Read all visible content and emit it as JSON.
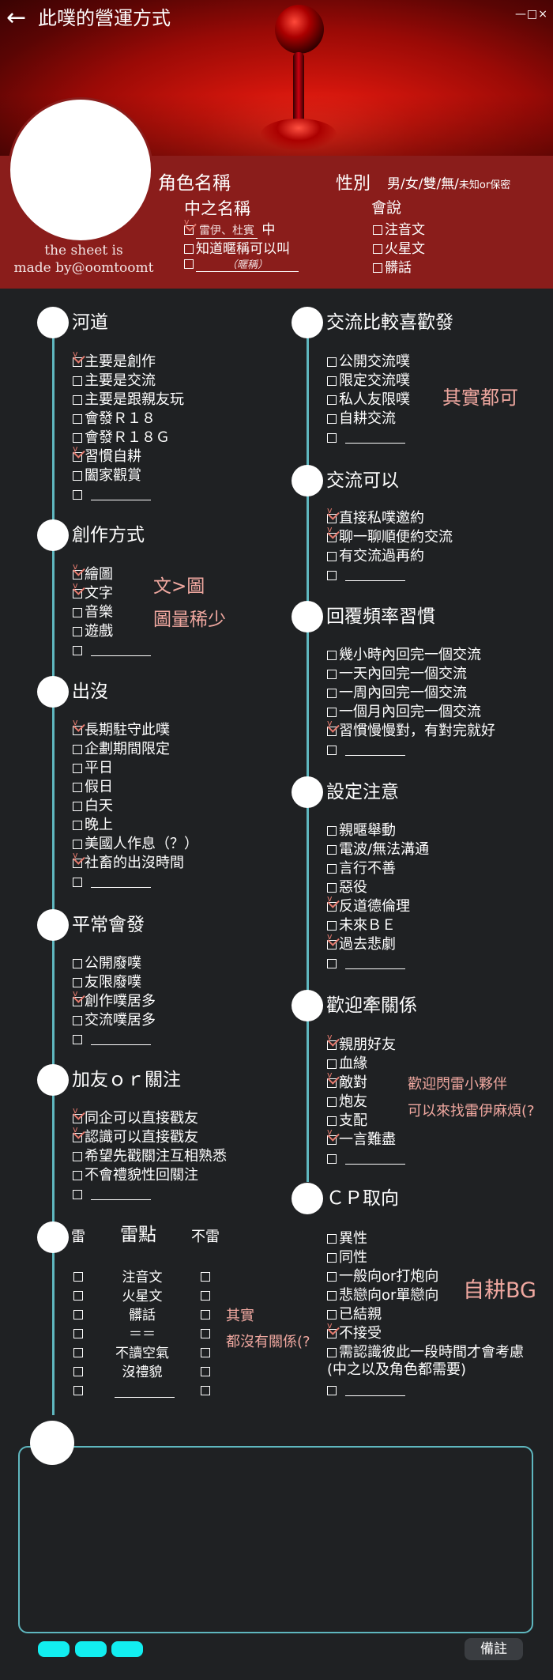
{
  "header": {
    "title": "此噗的營運方式",
    "window_controls": "—□×",
    "credit_line1": "the sheet is",
    "credit_line2": "made by@oomtoomt",
    "char_name_label": "角色名稱",
    "gender_label": "性別",
    "gender_options": "男/女/雙/無/",
    "gender_small": "未知or保密",
    "zhongzhi_label": "中之名稱",
    "zz_row1_name": "雷伊、杜賓",
    "zz_row1_suffix": "中",
    "zz_row2": "知道暱稱可以叫",
    "zz_row3_hint": "（暱稱）",
    "speak_label": "會說",
    "speak_items": [
      "注音文",
      "火星文",
      "髒話"
    ]
  },
  "left": {
    "s1": {
      "title": "河道",
      "items": [
        {
          "label": "主要是創作",
          "checked": true
        },
        {
          "label": "主要是交流",
          "checked": false
        },
        {
          "label": "主要是跟親友玩",
          "checked": false
        },
        {
          "label": "會發Ｒ１８",
          "checked": false
        },
        {
          "label": "會發Ｒ１８Ｇ",
          "checked": false
        },
        {
          "label": "習慣自耕",
          "checked": true
        },
        {
          "label": "闔家觀賞",
          "checked": false
        }
      ]
    },
    "s2": {
      "title": "創作方式",
      "items": [
        {
          "label": "繪圖",
          "checked": true
        },
        {
          "label": "文字",
          "checked": true
        },
        {
          "label": "音樂",
          "checked": false
        },
        {
          "label": "遊戲",
          "checked": false
        }
      ],
      "note1": "文>圖",
      "note2": "圖量稀少"
    },
    "s3": {
      "title": "出沒",
      "items": [
        {
          "label": "長期駐守此噗",
          "checked": true
        },
        {
          "label": "企劃期間限定",
          "checked": false
        },
        {
          "label": "平日",
          "checked": false
        },
        {
          "label": "假日",
          "checked": false
        },
        {
          "label": "白天",
          "checked": false
        },
        {
          "label": "晚上",
          "checked": false
        },
        {
          "label": "美國人作息（？）",
          "checked": false
        },
        {
          "label": "社畜的出沒時間",
          "checked": true
        }
      ]
    },
    "s4": {
      "title": "平常會發",
      "items": [
        {
          "label": "公開廢噗",
          "checked": false
        },
        {
          "label": "友限廢噗",
          "checked": false
        },
        {
          "label": "創作噗居多",
          "checked": true
        },
        {
          "label": "交流噗居多",
          "checked": false
        }
      ]
    },
    "s5": {
      "title": "加友ｏｒ關注",
      "items": [
        {
          "label": "同企可以直接戳友",
          "checked": true
        },
        {
          "label": "認識可以直接戳友",
          "checked": true
        },
        {
          "label": "希望先戳關注互相熟悉",
          "checked": false
        },
        {
          "label": "不會禮貌性回關注",
          "checked": false
        }
      ]
    },
    "s6": {
      "title_a": "雷",
      "title_b": "雷點",
      "title_c": "不雷",
      "rows": [
        "注音文",
        "火星文",
        "髒話",
        "＝＝",
        "不讀空氣",
        "沒禮貌"
      ],
      "note1": "其實",
      "note2": "都沒有關係(?"
    }
  },
  "right": {
    "s1": {
      "title": "交流比較喜歡發",
      "items": [
        {
          "label": "公開交流噗",
          "checked": false
        },
        {
          "label": "限定交流噗",
          "checked": false
        },
        {
          "label": "私人友限噗",
          "checked": false
        },
        {
          "label": "自耕交流",
          "checked": false
        }
      ],
      "note": "其實都可"
    },
    "s2": {
      "title": "交流可以",
      "items": [
        {
          "label": "直接私噗邀約",
          "checked": true
        },
        {
          "label": "聊一聊順便約交流",
          "checked": true
        },
        {
          "label": "有交流過再約",
          "checked": false
        }
      ]
    },
    "s3": {
      "title": "回覆頻率習慣",
      "items": [
        {
          "label": "幾小時內回完一個交流",
          "checked": false
        },
        {
          "label": "一天內回完一個交流",
          "checked": false
        },
        {
          "label": "一周內回完一個交流",
          "checked": false
        },
        {
          "label": "一個月內回完一個交流",
          "checked": false
        },
        {
          "label": "習慣慢慢對，有對完就好",
          "checked": true
        }
      ]
    },
    "s4": {
      "title": "設定注意",
      "items": [
        {
          "label": "親暱舉動",
          "checked": false
        },
        {
          "label": "電波/無法溝通",
          "checked": false
        },
        {
          "label": "言行不善",
          "checked": false
        },
        {
          "label": "惡役",
          "checked": false
        },
        {
          "label": "反道德倫理",
          "checked": true
        },
        {
          "label": "未來ＢＥ",
          "checked": false
        },
        {
          "label": "過去悲劇",
          "checked": true
        }
      ]
    },
    "s5": {
      "title": "歡迎牽關係",
      "items": [
        {
          "label": "親朋好友",
          "checked": true
        },
        {
          "label": "血緣",
          "checked": false
        },
        {
          "label": "敵對",
          "checked": true
        },
        {
          "label": "炮友",
          "checked": false
        },
        {
          "label": "支配",
          "checked": false
        },
        {
          "label": "一言難盡",
          "checked": true
        }
      ],
      "note1": "歡迎閃雷小夥伴",
      "note2": "可以來找雷伊麻煩(?"
    },
    "s6": {
      "title": "ＣＰ取向",
      "items": [
        {
          "label": "異性",
          "checked": false
        },
        {
          "label": "同性",
          "checked": false
        },
        {
          "label": "一般向or打炮向",
          "checked": false
        },
        {
          "label": "悲戀向or單戀向",
          "checked": false
        },
        {
          "label": "已結親",
          "checked": false
        },
        {
          "label": "不接受",
          "checked": true
        },
        {
          "label": "需認識彼此一段時間才會考慮",
          "checked": false
        }
      ],
      "extra": "(中之以及角色都需要)",
      "note": "自耕BG"
    }
  },
  "footer": {
    "memo_label": "備註"
  },
  "colors": {
    "accent_line": "#5fb7bf",
    "header_band": "#8a1d1b",
    "note": "#f0a8a0",
    "pill": "#12eef0"
  }
}
